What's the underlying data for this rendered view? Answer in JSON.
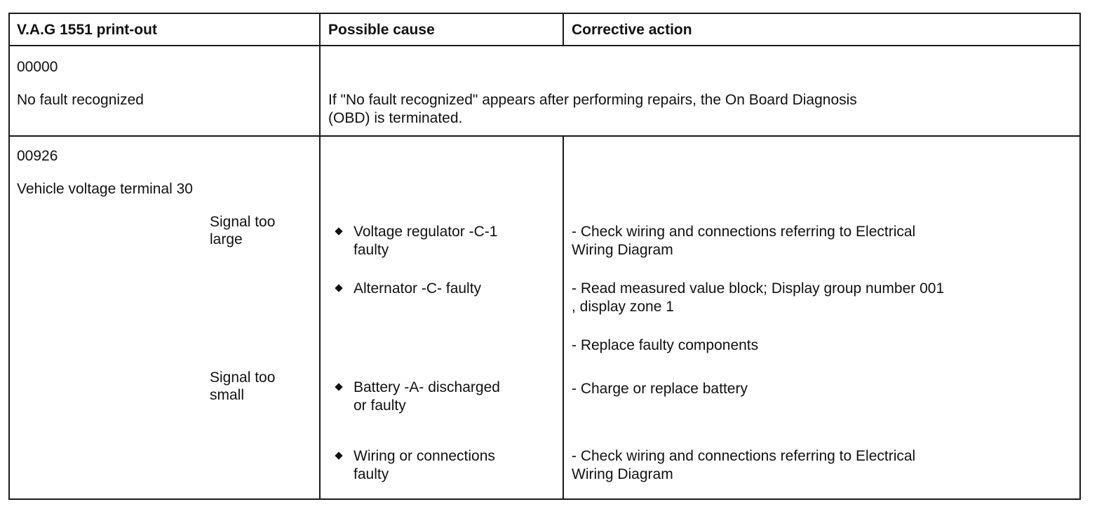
{
  "table": {
    "headers": {
      "printout": "V.A.G 1551 print-out",
      "cause": "Possible cause",
      "action": "Corrective action"
    },
    "row1": {
      "code": "00000",
      "label": "No fault recognized",
      "note_line1": "If \"No fault recognized\" appears after performing repairs, the On Board Diagnosis",
      "note_line2": "(OBD) is terminated."
    },
    "row2": {
      "code": "00926",
      "label": "Vehicle voltage terminal 30",
      "large": {
        "line1": "Signal too",
        "line2": "large"
      },
      "small": {
        "line1": "Signal too",
        "line2": "small"
      },
      "causes": [
        {
          "line1": "Voltage regulator -C-1",
          "line2": "faulty"
        },
        {
          "line1": "Alternator -C- faulty",
          "line2": ""
        },
        {
          "line1": "Battery -A- discharged",
          "line2": "or faulty"
        },
        {
          "line1": "Wiring or connections",
          "line2": "faulty"
        }
      ],
      "actions": [
        {
          "line1": "- Check wiring and connections referring to Electrical",
          "line2": "Wiring Diagram"
        },
        {
          "line1": "- Read measured value block; Display group number 001",
          "line2": ", display zone 1"
        },
        {
          "line1": "- Replace faulty components",
          "line2": ""
        },
        {
          "line1": "- Charge or replace battery",
          "line2": ""
        },
        {
          "line1": "- Check wiring and connections referring to Electrical",
          "line2": "Wiring Diagram"
        }
      ]
    }
  }
}
